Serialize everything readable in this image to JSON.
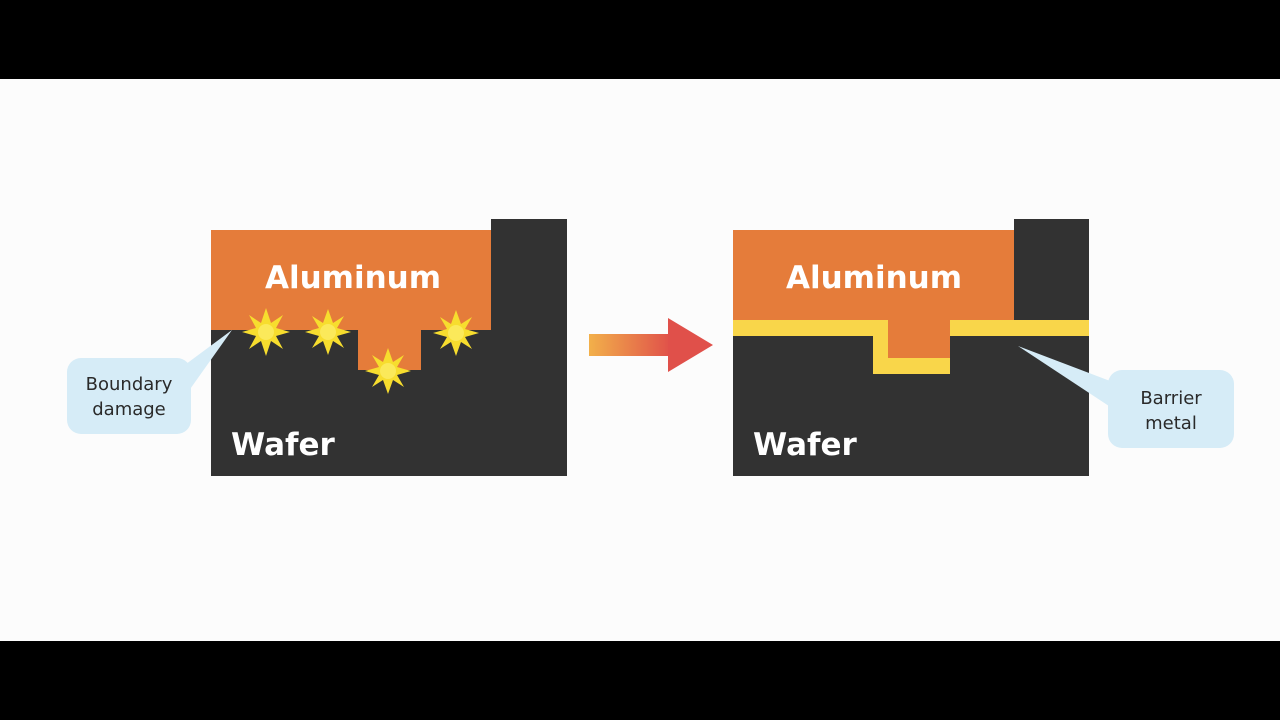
{
  "diagram": {
    "before": {
      "metal_label": "Aluminum",
      "substrate_label": "Wafer",
      "callout": [
        "Boundary",
        "damage"
      ]
    },
    "after": {
      "metal_label": "Aluminum",
      "substrate_label": "Wafer",
      "callout": [
        "Barrier",
        "metal"
      ]
    },
    "colors": {
      "aluminum": "#e57c3a",
      "wafer": "#323232",
      "barrier": "#f9d64a",
      "damage": "#f7dd2e",
      "callout_bg": "#d6ecf7",
      "arrow_start": "#f2b04a",
      "arrow_end": "#e0504a"
    }
  }
}
